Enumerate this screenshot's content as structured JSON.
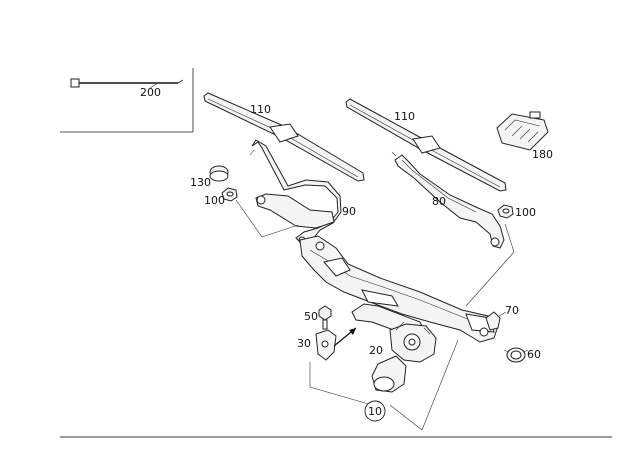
{
  "callouts": {
    "p200": "200",
    "p110_left": "110",
    "p110_right": "110",
    "p180": "180",
    "p130": "130",
    "p100_left": "100",
    "p90": "90",
    "p80": "80",
    "p100_right": "100",
    "p50": "50",
    "p30": "30",
    "p20": "20",
    "p70": "70",
    "p60": "60",
    "p10": "10"
  }
}
